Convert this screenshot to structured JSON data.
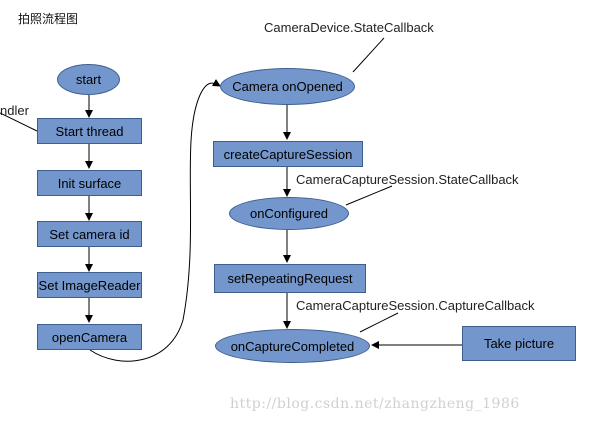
{
  "title": "拍照流程图",
  "left_flow": {
    "start": "start",
    "start_thread": "Start thread",
    "init_surface": "Init surface",
    "set_camera_id": "Set camera id",
    "set_imagereader": "Set ImageReader",
    "open_camera": "openCamera",
    "handler_label": "ndler"
  },
  "right_flow": {
    "state_callback_note": "CameraDevice.StateCallback",
    "camera_onopened": "Camera onOpened",
    "create_capture_session": "createCaptureSession",
    "session_state_callback_note": "CameraCaptureSession.StateCallback",
    "on_configured": "onConfigured",
    "set_repeating_request": "setRepeatingRequest",
    "capture_callback_note": "CameraCaptureSession.CaptureCallback",
    "on_capture_completed": "onCaptureCompleted",
    "take_picture": "Take picture"
  },
  "watermark": "http://blog.csdn.net/zhangzheng_1986",
  "colors": {
    "node_fill": "#7397cc",
    "node_border": "#3d5f8f",
    "line": "#000000"
  }
}
